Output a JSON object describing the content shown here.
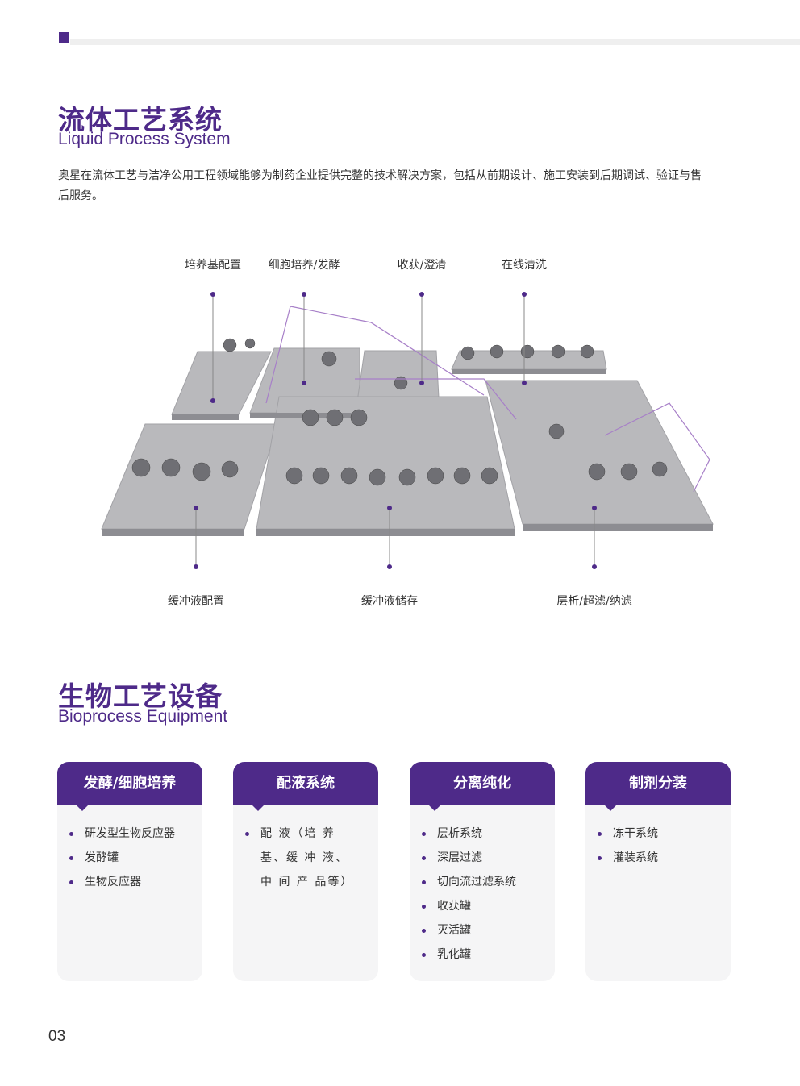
{
  "section1": {
    "title_cn": "流体工艺系统",
    "title_en": "Liquid Process System",
    "intro": "奥星在流体工艺与洁净公用工程领域能够为制药企业提供完整的技术解决方案，包括从前期设计、施工安装到后期调试、验证与售后服务。"
  },
  "diagram": {
    "top_labels": [
      "培养基配置",
      "细胞培养/发酵",
      "收获/澄清",
      "在线清洗"
    ],
    "bottom_labels": [
      "缓冲液配置",
      "缓冲液储存",
      "层析/超滤/纳滤"
    ]
  },
  "section2": {
    "title_cn": "生物工艺设备",
    "title_en": "Bioprocess Equipment"
  },
  "cards": [
    {
      "title": "发酵/细胞培养",
      "items": [
        "研发型生物反应器",
        "发酵罐",
        "生物反应器"
      ]
    },
    {
      "title": "配液系统",
      "items": [
        "配 液（培 养 基、缓 冲 液、中 间 产 品等）"
      ]
    },
    {
      "title": "分离纯化",
      "items": [
        "层析系统",
        "深层过滤",
        "切向流过滤系统",
        "收获罐",
        "灭活罐",
        "乳化罐"
      ]
    },
    {
      "title": "制剂分装",
      "items": [
        "冻干系统",
        "灌装系统"
      ]
    }
  ],
  "page_number": "03",
  "colors": {
    "accent": "#4e2a89"
  }
}
